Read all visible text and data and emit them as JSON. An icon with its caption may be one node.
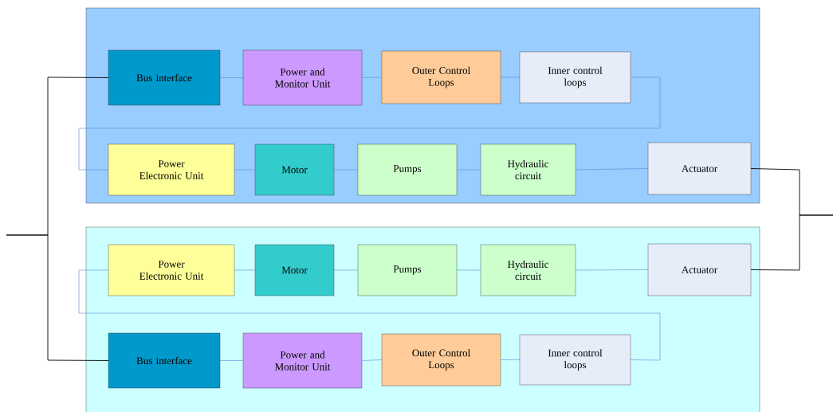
{
  "diagram": {
    "nodes": [
      {
        "text": [],
        "shape": "box"
      },
      {
        "text": [
          "Bus interface"
        ],
        "in": 0
      },
      {
        "text": [
          "Power and Monitor Unit"
        ],
        "in": 0
      },
      {
        "text": [
          "Outer Control Loops"
        ],
        "in": 0
      },
      {
        "text": [
          "Inner control loops"
        ],
        "in": 0
      },
      {
        "text": [
          "Power Electronic Unit"
        ],
        "in": 0
      },
      {
        "text": [
          "Motor"
        ],
        "in": 0
      },
      {
        "text": [
          "Pumps"
        ],
        "in": 0
      },
      {
        "text": [
          "Hydraulic circuit"
        ],
        "in": 0
      },
      {
        "text": [
          "Actuator"
        ],
        "in": 0
      },
      {
        "text": [],
        "shape": "box"
      },
      {
        "text": [
          "Power Electronic Unit"
        ],
        "in": 10
      },
      {
        "text": [
          "Motor"
        ],
        "in": 10
      },
      {
        "text": [
          "Pumps"
        ],
        "in": 10
      },
      {
        "text": [
          "Hydraulic circuit"
        ],
        "in": 10
      },
      {
        "text": [
          "Actuator"
        ],
        "in": 10
      },
      {
        "text": [
          "Bus interface"
        ],
        "in": 10
      },
      {
        "text": [
          "Power and Monitor Unit"
        ],
        "in": 10
      },
      {
        "text": [
          "Outer Control Loops"
        ],
        "in": 10
      },
      {
        "text": [
          "Inner control loops"
        ],
        "in": 10
      }
    ],
    "edges": [
      {
        "from": 1,
        "to": 2,
        "arrow": "none"
      },
      {
        "from": 2,
        "to": 3,
        "arrow": "none"
      },
      {
        "from": 3,
        "to": 4,
        "arrow": "none"
      },
      {
        "from": 4,
        "to": 5,
        "arrow": "none"
      },
      {
        "from": 5,
        "to": 6,
        "arrow": "none"
      },
      {
        "from": 6,
        "to": 7,
        "arrow": "none"
      },
      {
        "from": 7,
        "to": 8,
        "arrow": "none"
      },
      {
        "from": 8,
        "to": 9,
        "arrow": "none"
      },
      {
        "from": 16,
        "to": 17,
        "arrow": "none"
      },
      {
        "from": 17,
        "to": 18,
        "arrow": "none"
      },
      {
        "from": 18,
        "to": 19,
        "arrow": "none"
      },
      {
        "from": 19,
        "to": 11,
        "arrow": "none"
      },
      {
        "from": 11,
        "to": 12,
        "arrow": "none"
      },
      {
        "from": 12,
        "to": 13,
        "arrow": "none"
      },
      {
        "from": 13,
        "to": 14,
        "arrow": "none"
      },
      {
        "from": 14,
        "to": 15,
        "arrow": "none"
      },
      {
        "from": null,
        "to": 1,
        "arrow": "none",
        "color": "#000000"
      },
      {
        "from": null,
        "to": 16,
        "arrow": "none",
        "color": "#000000"
      },
      {
        "from": null,
        "to": 9,
        "arrow": "none",
        "color": "#000000"
      },
      {
        "from": null,
        "to": 15,
        "arrow": "none",
        "color": "#000000"
      }
    ]
  }
}
